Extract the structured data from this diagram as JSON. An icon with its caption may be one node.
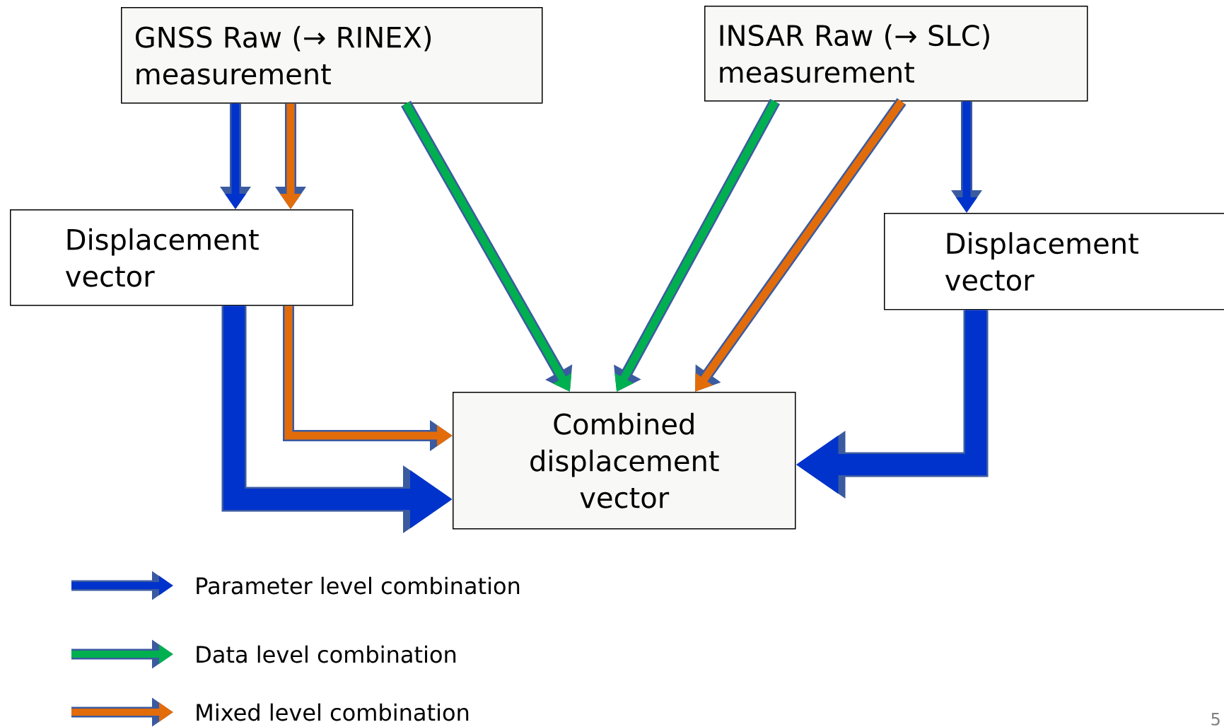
{
  "diagram": {
    "nodes": [
      {
        "text": [
          "GNSS Raw (→ RINEX) measurement"
        ]
      },
      {
        "text": [
          "INSAR Raw (→ SLC) measurement"
        ]
      },
      {
        "text": [
          "Displacement vector"
        ]
      },
      {
        "text": [
          "Displacement vector"
        ]
      },
      {
        "text": [
          "Combined displacement vector"
        ]
      }
    ],
    "edges": [
      {
        "from": 0,
        "to": 2,
        "arrow": "to"
      },
      {
        "from": 0,
        "to": 2,
        "arrow": "to",
        "color": "#e36c0a"
      },
      {
        "from": 0,
        "to": 4,
        "arrow": "to",
        "color": "#00b050"
      },
      {
        "from": 1,
        "to": 4,
        "arrow": "to",
        "color": "#00b050"
      },
      {
        "from": 1,
        "to": 4,
        "arrow": "to",
        "color": "#e36c0a"
      },
      {
        "from": 1,
        "to": 3,
        "arrow": "to"
      },
      {
        "from": 2,
        "to": 4,
        "arrow": "to",
        "style": "thick"
      },
      {
        "from": 2,
        "to": 4,
        "arrow": "to",
        "color": "#e36c0a"
      },
      {
        "from": 3,
        "to": 4,
        "arrow": "to",
        "style": "thick"
      }
    ],
    "labels": [
      "5"
    ],
    "legend": [
      {
        "text": "Parameter level combination",
        "color": "#0033cc"
      },
      {
        "text": "Data level combination",
        "color": "#00b050"
      },
      {
        "text": "Mixed level combination",
        "color": "#e36c0a"
      }
    ]
  }
}
